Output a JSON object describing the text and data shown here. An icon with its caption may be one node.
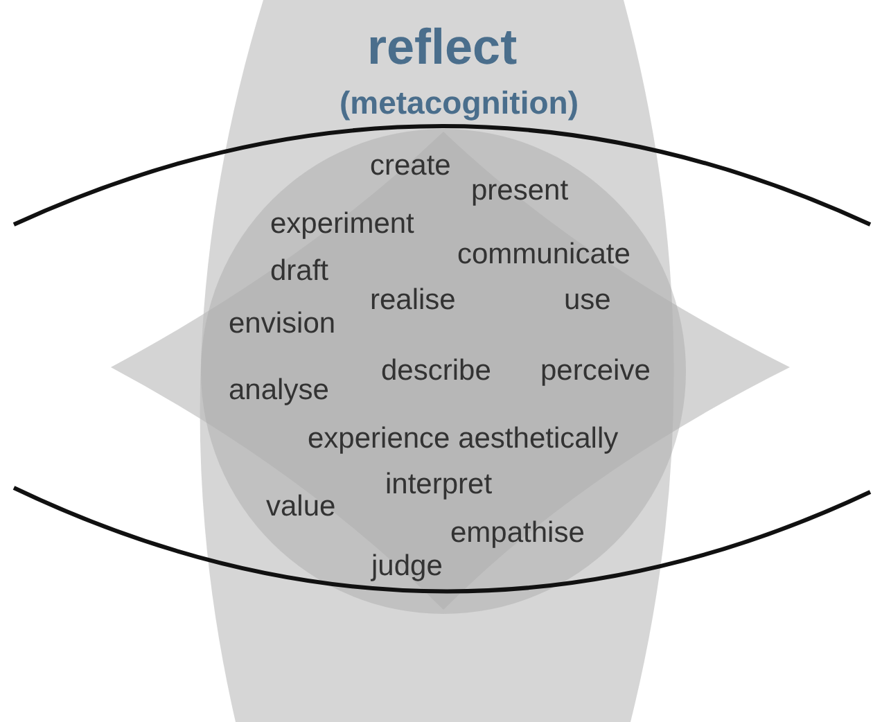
{
  "diagram": {
    "title": "reflect",
    "labels": [
      "(metacognition)",
      "create",
      "present",
      "experiment",
      "communicate",
      "draft",
      "realise",
      "use",
      "envision",
      "analyse",
      "describe",
      "perceive",
      "experience aesthetically",
      "interpret",
      "value",
      "empathise",
      "judge"
    ]
  }
}
